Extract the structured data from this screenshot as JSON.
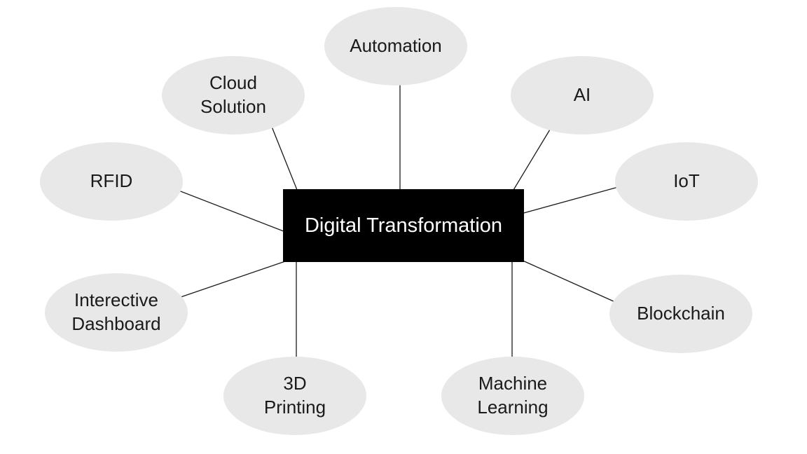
{
  "diagram": {
    "title": "Digital Transformation mind map",
    "center": {
      "id": "digital-transformation",
      "label": "Digital Transformation"
    },
    "nodes": [
      {
        "id": "automation",
        "label": "Automation"
      },
      {
        "id": "cloud-solution",
        "label": "Cloud Solution"
      },
      {
        "id": "ai",
        "label": "AI"
      },
      {
        "id": "rfid",
        "label": "RFID"
      },
      {
        "id": "iot",
        "label": "IoT"
      },
      {
        "id": "interective-dashboard",
        "label": "Interective Dashboard"
      },
      {
        "id": "blockchain",
        "label": "Blockchain"
      },
      {
        "id": "3d-printing",
        "label": "3D Printing"
      },
      {
        "id": "machine-learning",
        "label": "Machine Learning"
      }
    ],
    "edges": [
      {
        "from": "digital-transformation",
        "to": "automation"
      },
      {
        "from": "digital-transformation",
        "to": "cloud-solution"
      },
      {
        "from": "digital-transformation",
        "to": "ai"
      },
      {
        "from": "digital-transformation",
        "to": "rfid"
      },
      {
        "from": "digital-transformation",
        "to": "iot"
      },
      {
        "from": "digital-transformation",
        "to": "interective-dashboard"
      },
      {
        "from": "digital-transformation",
        "to": "blockchain"
      },
      {
        "from": "digital-transformation",
        "to": "3d-printing"
      },
      {
        "from": "digital-transformation",
        "to": "machine-learning"
      }
    ],
    "colors": {
      "background": "#ffffff",
      "node_fill": "#e8e8e8",
      "node_text": "#1a1a1a",
      "center_bg": "#000000",
      "center_text": "#ffffff",
      "line": "#1a1a1a"
    }
  }
}
